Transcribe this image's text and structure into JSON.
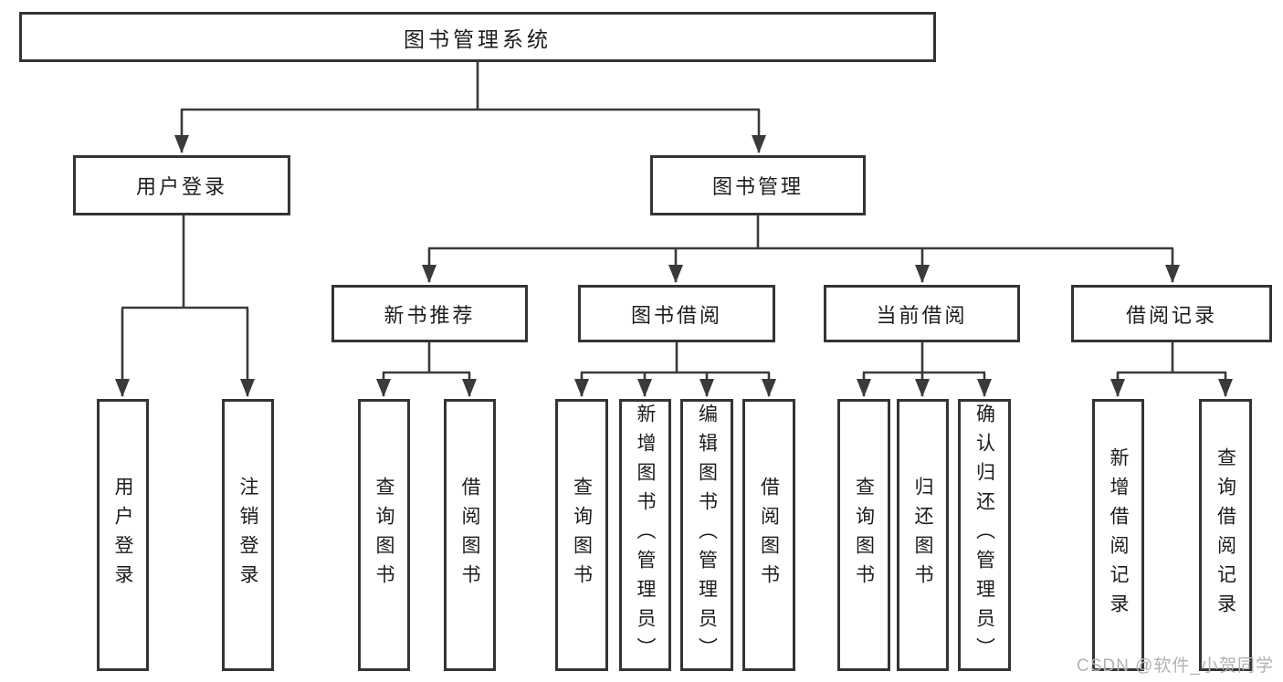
{
  "colors": {
    "line": "#3a3a3a",
    "border": "#343434",
    "text": "#1c1c1c",
    "watermark": "#b2b2b2",
    "background": "#ffffff"
  },
  "watermark": "CSDN @软件_小贺同学",
  "nodes": {
    "root": "图书管理系统",
    "user_login": "用户登录",
    "book_mgmt": "图书管理",
    "login": "用户登录",
    "logout": "注销登录",
    "new_books": "新书推荐",
    "book_borrow": "图书借阅",
    "current_borrow": "当前借阅",
    "borrow_records": "借阅记录",
    "nb_query": "查询图书",
    "nb_borrow": "借阅图书",
    "bb_query": "查询图书",
    "bb_add": "新增图书（管理员）",
    "bb_edit": "编辑图书（管理员）",
    "bb_borrow": "借阅图书",
    "cb_query": "查询图书",
    "cb_return": "归还图书",
    "cb_confirm": "确认归还（管理员）",
    "br_add": "新增借阅记录",
    "br_query": "查询借阅记录"
  },
  "hierarchy": {
    "图书管理系统": {
      "用户登录": [
        "用户登录",
        "注销登录"
      ],
      "图书管理": {
        "新书推荐": [
          "查询图书",
          "借阅图书"
        ],
        "图书借阅": [
          "查询图书",
          "新增图书（管理员）",
          "编辑图书（管理员）",
          "借阅图书"
        ],
        "当前借阅": [
          "查询图书",
          "归还图书",
          "确认归还（管理员）"
        ],
        "借阅记录": [
          "新增借阅记录",
          "查询借阅记录"
        ]
      }
    }
  }
}
